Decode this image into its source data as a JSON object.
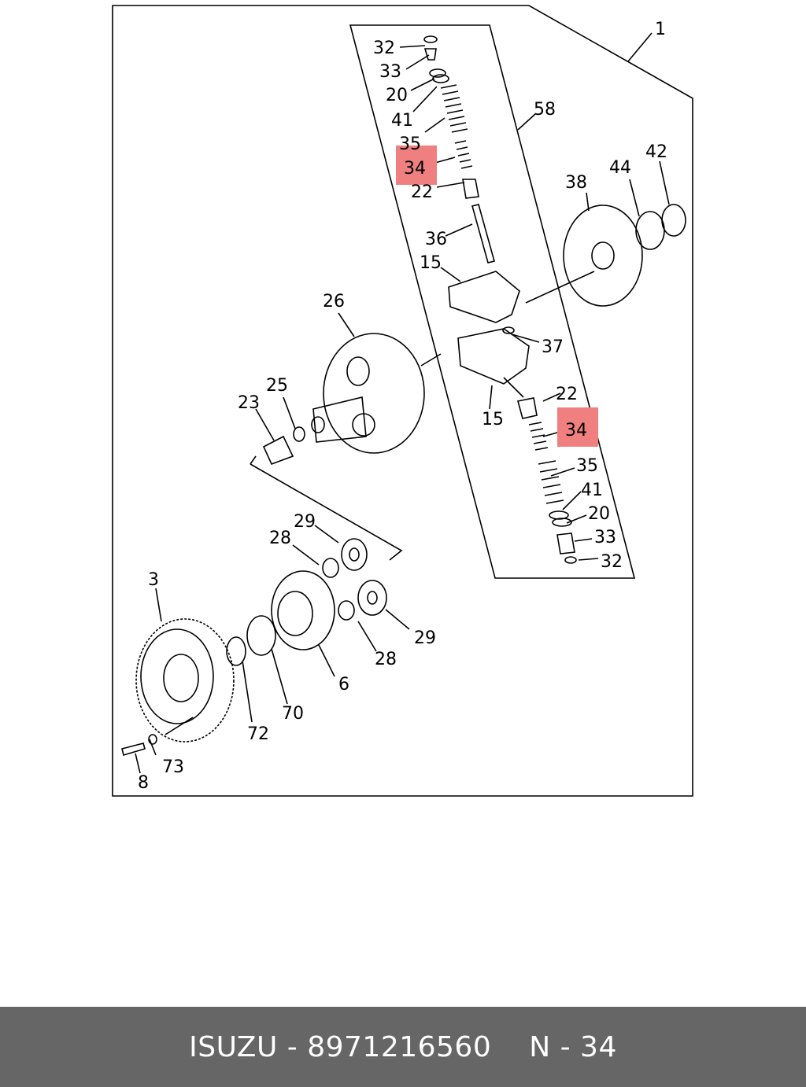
{
  "diagram": {
    "highlight_color": "#f08080",
    "labels": {
      "l1": "1",
      "l58": "58",
      "l32a": "32",
      "l33a": "33",
      "l20a": "20",
      "l41a": "41",
      "l35a": "35",
      "l34a": "34",
      "l22a": "22",
      "l36": "36",
      "l15a": "15",
      "l38": "38",
      "l44": "44",
      "l42": "42",
      "l26": "26",
      "l37": "37",
      "l25": "25",
      "l23": "23",
      "l22b": "22",
      "l34b": "34",
      "l15b": "15",
      "l35b": "35",
      "l41b": "41",
      "l20b": "20",
      "l33b": "33",
      "l32b": "32",
      "l29a": "29",
      "l28a": "28",
      "l3": "3",
      "l29b": "29",
      "l28b": "28",
      "l6": "6",
      "l70": "70",
      "l72": "72",
      "l73": "73",
      "l8": "8"
    }
  },
  "footer": {
    "brand_part": "ISUZU - 8971216560",
    "position": "N - 34"
  }
}
